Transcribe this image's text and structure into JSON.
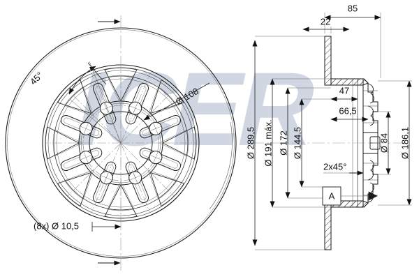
{
  "drawing": {
    "title": "Brake Disc Technical Drawing",
    "watermark": "ICER",
    "watermark_color": "#c8cfdd",
    "line_color": "#1a1a1a",
    "background": "#ffffff"
  },
  "front_view": {
    "name": "front-view",
    "angle_label": "45°",
    "bolt_circle_label": "Ø 108",
    "bolt_hole_label": "(8x) Ø 10,5",
    "bolt_hole_count": 8,
    "vane_count": 8
  },
  "section_view": {
    "name": "section-view",
    "dimensions": {
      "overall_width": "85",
      "disc_thickness": "22",
      "offset_47": "47",
      "offset_66_5": "66,5",
      "outer_diameter": "Ø 289,5",
      "max_diameter": "Ø 191 máx.",
      "diameter_172": "Ø 172",
      "diameter_144_5": "Ø 144,5",
      "bore_diameter": "Ø 84",
      "diameter_186_1": "Ø 186,1",
      "chamfer": "2x45°"
    },
    "datum": {
      "label": "A"
    }
  }
}
